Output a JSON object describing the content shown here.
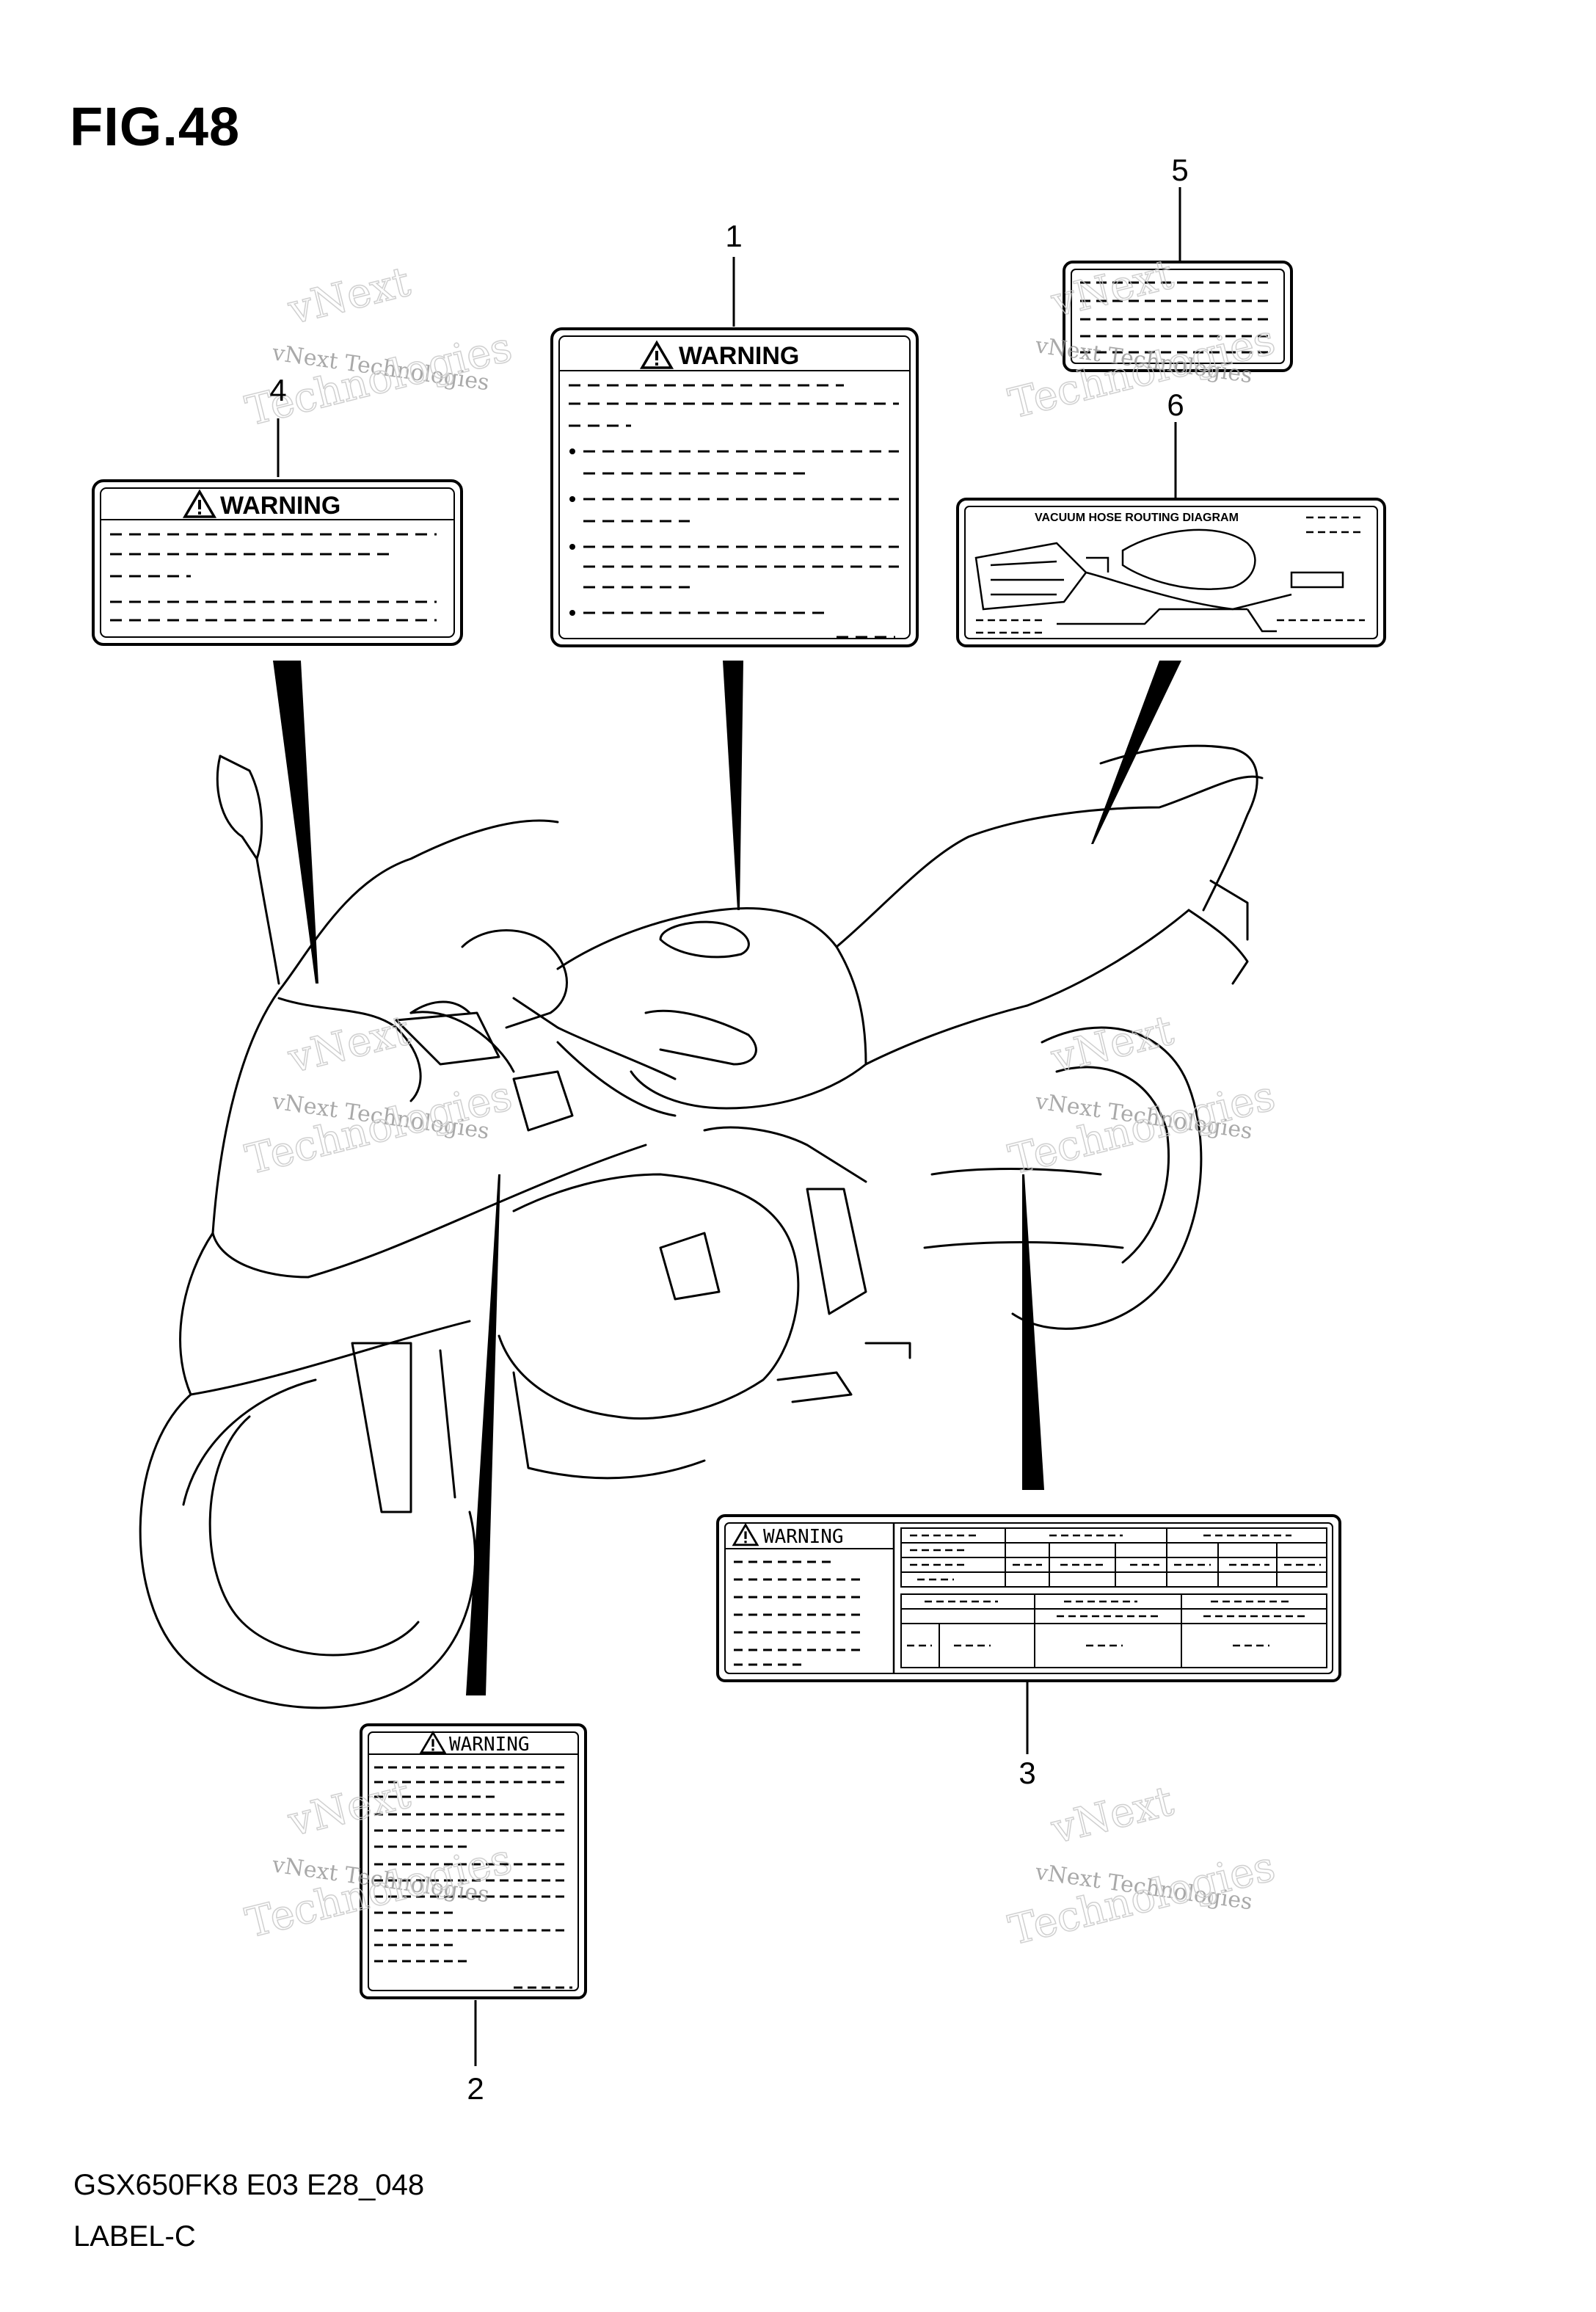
{
  "figure": {
    "title": "FIG.48",
    "model_code": "GSX650FK8 E03 E28_048",
    "section_name": "LABEL-C"
  },
  "callouts": [
    {
      "id": "1",
      "label": "1"
    },
    {
      "id": "2",
      "label": "2"
    },
    {
      "id": "3",
      "label": "3"
    },
    {
      "id": "4",
      "label": "4"
    },
    {
      "id": "5",
      "label": "5"
    },
    {
      "id": "6",
      "label": "6"
    }
  ],
  "labels": {
    "label1_heading": "WARNING",
    "label2_heading": "WARNING",
    "label3_heading": "WARNING",
    "label4_heading": "WARNING",
    "label6_heading": "VACUUM HOSE ROUTING DIAGRAM"
  },
  "watermark": {
    "line1": "vNext Technologies",
    "line2": "vNext",
    "line3": "Technologies"
  },
  "icons": {
    "warning": "warning-triangle-icon"
  }
}
